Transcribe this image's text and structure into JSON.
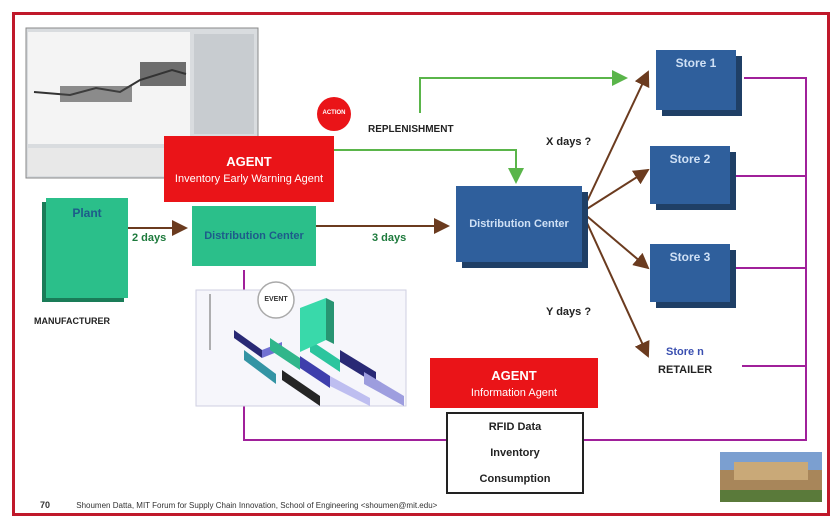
{
  "agent_top": {
    "title": "AGENT",
    "subtitle": "Inventory Early Warning Agent"
  },
  "agent_bottom": {
    "title": "AGENT",
    "subtitle": "Information Agent"
  },
  "action_badge": "ACTION",
  "event_badge": "EVENT",
  "replenishment_label": "REPLENISHMENT",
  "plant_label": "Plant",
  "manufacturer_label": "MANUFACTURER",
  "dc_small_label": "Distribution Center",
  "dc_main_label": "Distribution Center",
  "edge_2days": "2 days",
  "edge_3days": "3 days",
  "x_days": "X days ?",
  "y_days": "Y days ?",
  "stores": [
    "Store 1",
    "Store 2",
    "Store 3"
  ],
  "store_n": "Store n",
  "retailer_label": "RETAILER",
  "rfid_box": [
    "RFID Data",
    "Inventory",
    "Consumption"
  ],
  "footer": {
    "page": "70",
    "text": "Shoumen Datta, MIT Forum for Supply Chain Innovation, School of Engineering <shoumen@mit.edu>"
  },
  "colors": {
    "border": "#c0182a",
    "agent": "#ea1418",
    "store": "#2f5f9c",
    "green_box": "#2bbf8a",
    "purple_line": "#a0209a",
    "green_arrow": "#5ab54a"
  }
}
